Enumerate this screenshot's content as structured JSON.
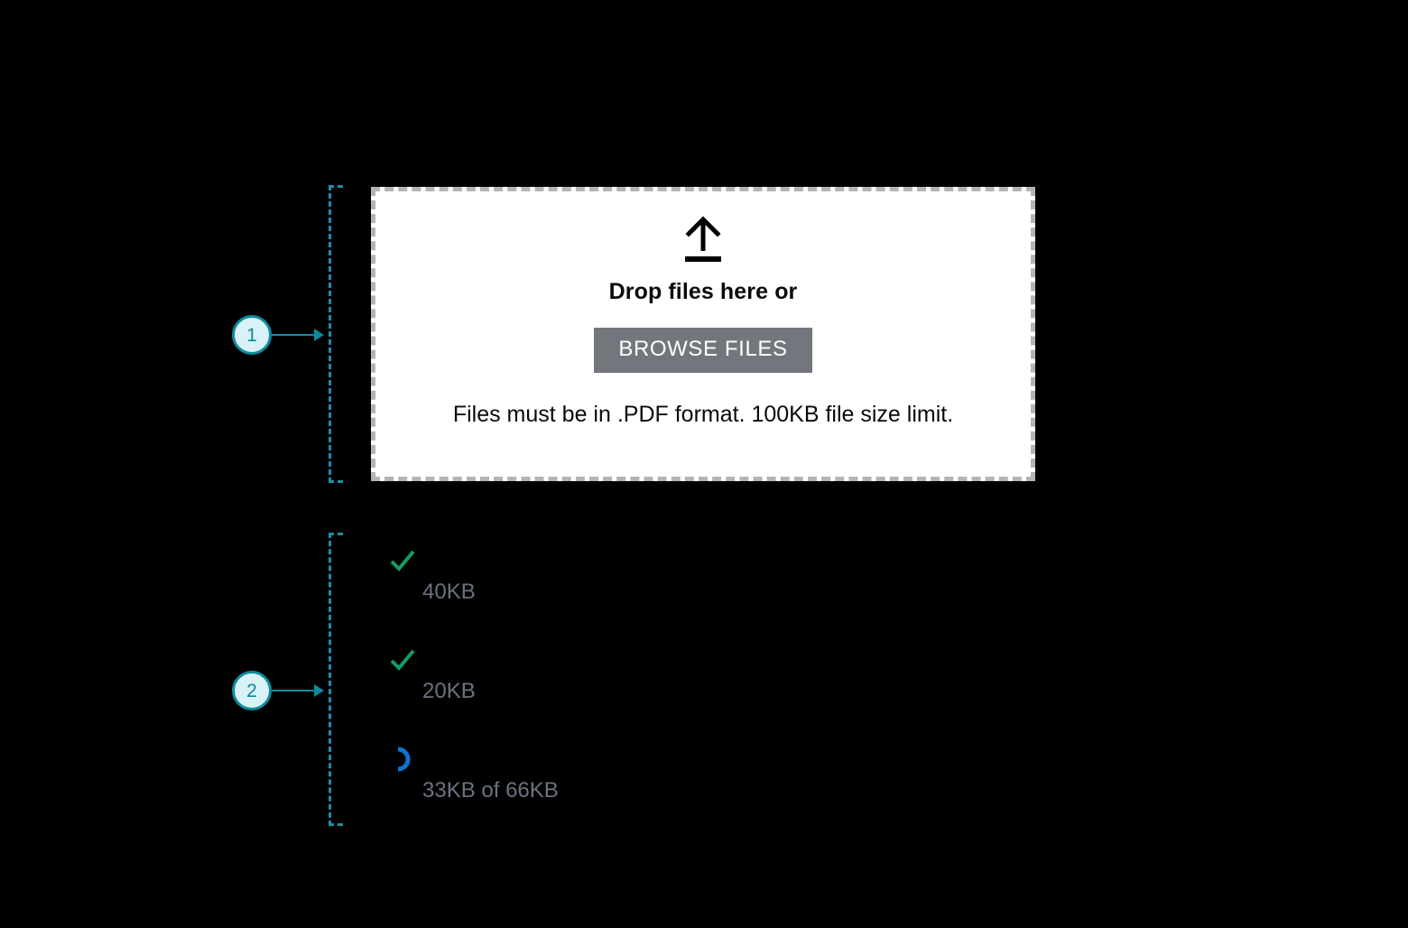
{
  "annotations": {
    "markers": [
      {
        "label": "1",
        "target": "upload-dropzone"
      },
      {
        "label": "2",
        "target": "uploaded-file-list"
      }
    ],
    "accent_color": "#0d8b9c",
    "bracket_color": "#1a8fa5",
    "marker_fill": "#d9f2f7"
  },
  "dropzone": {
    "icon": "upload-arrow-icon",
    "title": "Drop files here or",
    "browse_label": "BROWSE FILES",
    "hint": "Files must be in .PDF format. 100KB file size limit.",
    "border_color": "#b4b4b4",
    "background": "#ffffff",
    "button_color": "#73777d"
  },
  "file_list": {
    "files": [
      {
        "status_icon": "check-icon",
        "status": "complete",
        "name": "",
        "size_text": "40KB"
      },
      {
        "status_icon": "check-icon",
        "status": "complete",
        "name": "",
        "size_text": "20KB"
      },
      {
        "status_icon": "spinner-icon",
        "status": "uploading",
        "name": "",
        "size_text": "33KB of 66KB"
      }
    ],
    "success_color": "#0e9e63",
    "spinner_color": "#0b74d1",
    "text_color": "#6b7280"
  },
  "page": {
    "background": "#000000"
  }
}
